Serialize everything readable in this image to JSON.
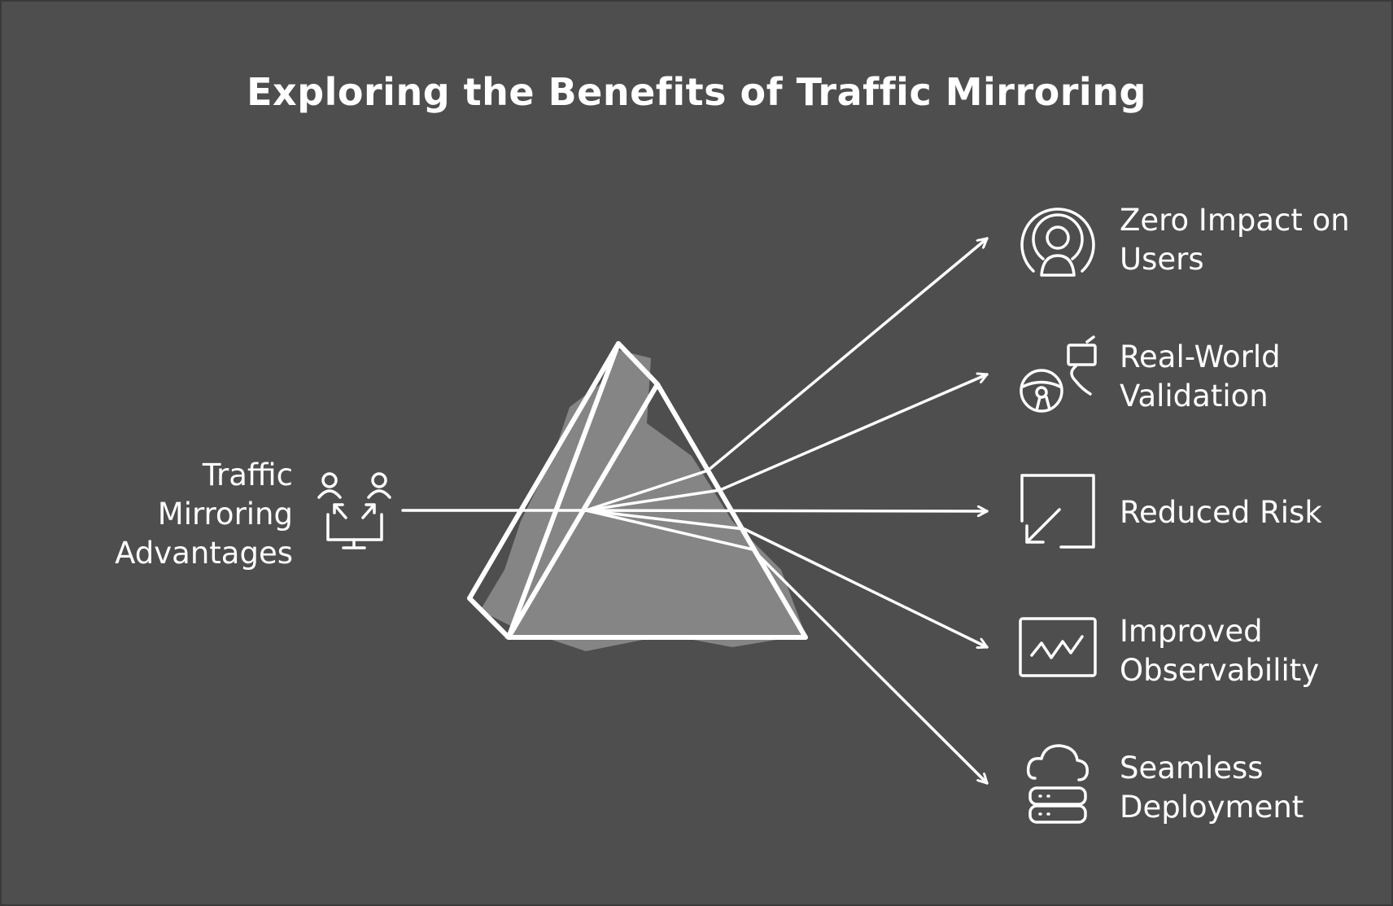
{
  "title": "Exploring the Benefits of Traffic Mirroring",
  "source": {
    "lines": [
      "Traffic",
      "Mirroring",
      "Advantages"
    ],
    "icon": "users-exchange-monitor-icon"
  },
  "outputs": [
    {
      "lines": [
        "Zero Impact on",
        "Users"
      ],
      "icon": "user-signal-icon"
    },
    {
      "lines": [
        "Real-World",
        "Validation"
      ],
      "icon": "steering-wheel-icon"
    },
    {
      "lines": [
        "Reduced Risk"
      ],
      "icon": "arrow-down-left-box-icon"
    },
    {
      "lines": [
        "Improved",
        "Observability"
      ],
      "icon": "monitor-chart-icon"
    },
    {
      "lines": [
        "Seamless",
        "Deployment"
      ],
      "icon": "cloud-server-icon"
    }
  ],
  "colors": {
    "background": "#4e4e4e",
    "stroke": "#ffffff",
    "prism_fill": "#858585"
  }
}
